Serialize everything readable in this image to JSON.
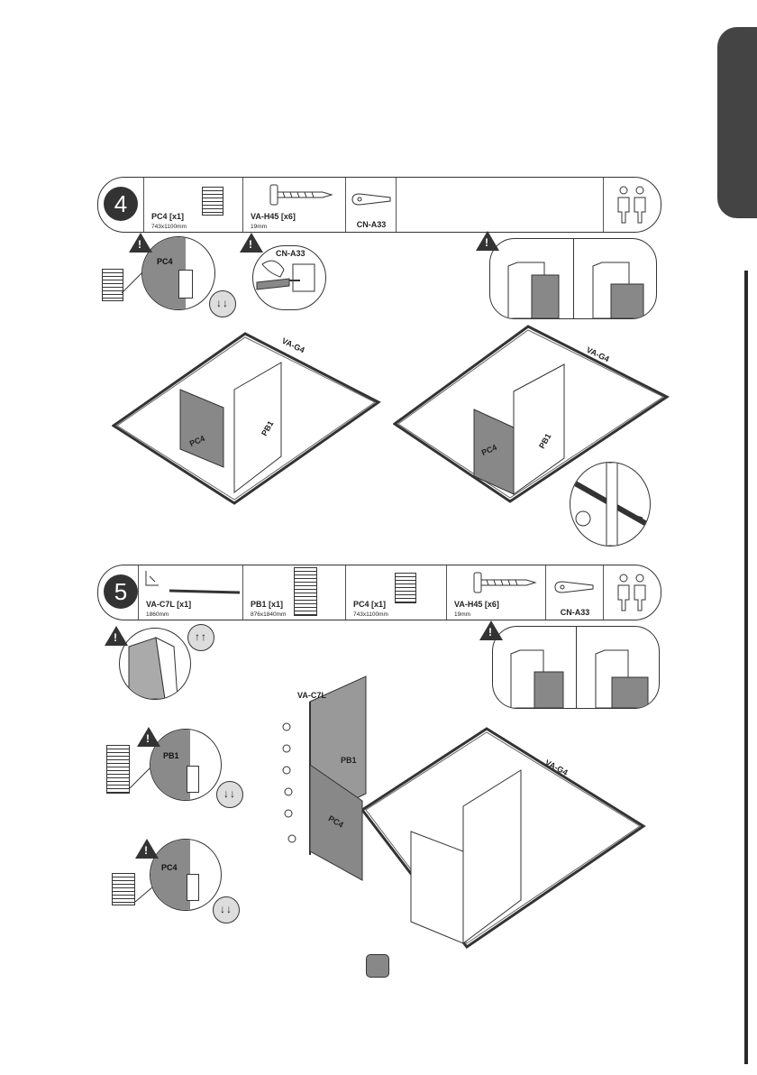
{
  "step4": {
    "number": "4",
    "parts": [
      {
        "code": "PC4 [x1]",
        "size": "743x1100mm"
      },
      {
        "code": "VA-H45 [x6]",
        "size": "19mm"
      },
      {
        "code": "CN-A33",
        "size": ""
      }
    ],
    "labels": {
      "pc4_detail": "PC4",
      "cn_detail": "CN-A33",
      "rail": "VA-G4",
      "panel_small": "PC4",
      "panel_big": "PB1",
      "rail2": "VA-G4",
      "panel_small2": "PC4",
      "panel_big2": "PB1"
    }
  },
  "step5": {
    "number": "5",
    "parts": [
      {
        "code": "VA-C7L [x1]",
        "size": "1860mm"
      },
      {
        "code": "PB1 [x1]",
        "size": "876x1840mm"
      },
      {
        "code": "PC4 [x1]",
        "size": "743x1100mm"
      },
      {
        "code": "VA-H45 [x6]",
        "size": "19mm"
      },
      {
        "code": "CN-A33",
        "size": ""
      }
    ],
    "labels": {
      "pb1_detail": "PB1",
      "pc4_detail": "PC4",
      "post": "VA-C7L",
      "panel_big": "PB1",
      "panel_small": "PC4",
      "rail": "VA-G4"
    }
  },
  "colors": {
    "ink": "#333333",
    "panel": "#8a8a8a"
  }
}
